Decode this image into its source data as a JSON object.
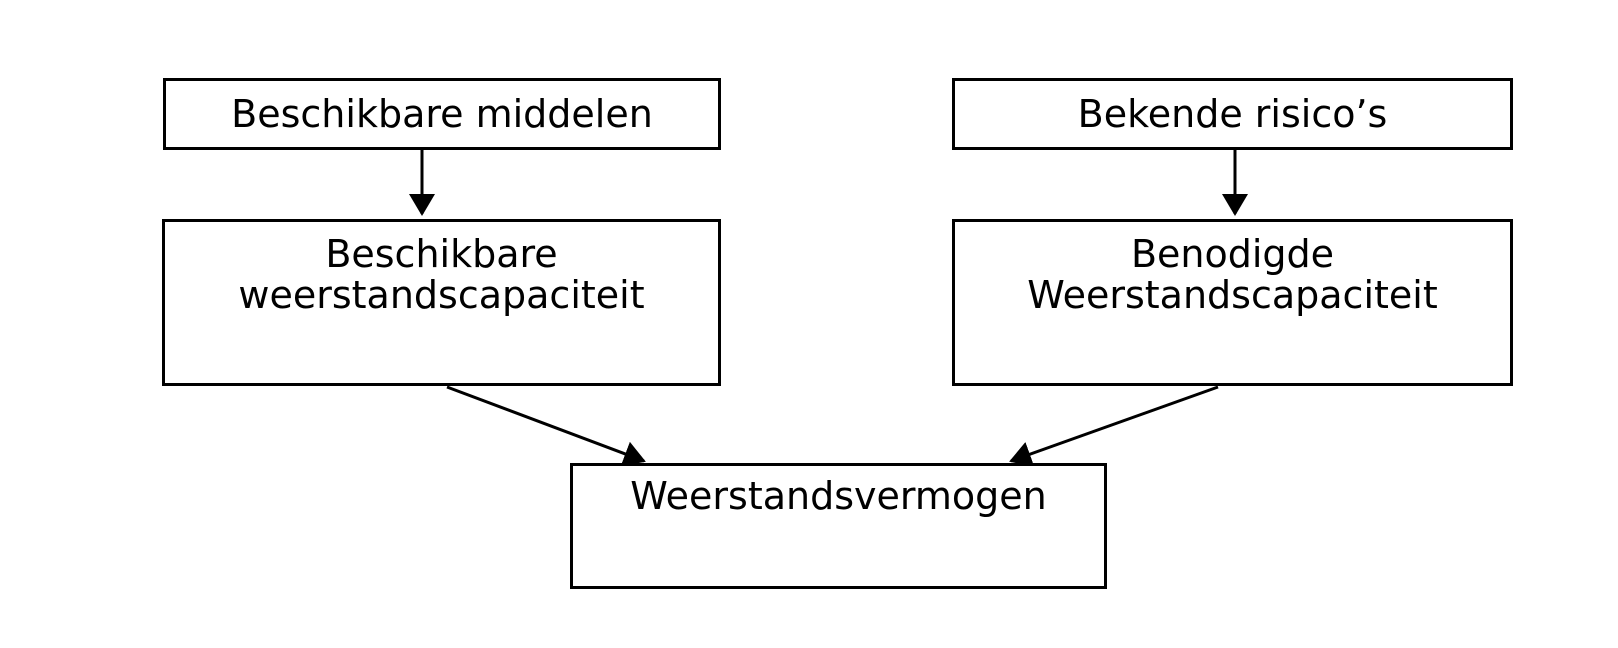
{
  "diagram": {
    "type": "flowchart",
    "background_color": "#ffffff",
    "line_color": "#000000",
    "nodes": [
      {
        "id": "beschikbare-middelen",
        "label": "Beschikbare middelen",
        "lines": [
          "Beschikbare middelen"
        ]
      },
      {
        "id": "bekende-risicos",
        "label": "Bekende risico’s",
        "lines": [
          "Bekende risico’s"
        ]
      },
      {
        "id": "beschikbare-weerstandscapaciteit",
        "label": "Beschikbare weerstandscapaciteit",
        "lines": [
          "Beschikbare",
          "weerstandscapaciteit"
        ]
      },
      {
        "id": "benodigde-weerstandscapaciteit",
        "label": "Benodigde Weerstandscapaciteit",
        "lines": [
          "Benodigde",
          "Weerstandscapaciteit"
        ]
      },
      {
        "id": "weerstandsvermogen",
        "label": "Weerstandsvermogen",
        "lines": [
          "Weerstandsvermogen"
        ]
      }
    ],
    "edges": [
      {
        "from": "beschikbare-middelen",
        "to": "beschikbare-weerstandscapaciteit",
        "arrow": "down"
      },
      {
        "from": "bekende-risicos",
        "to": "benodigde-weerstandscapaciteit",
        "arrow": "down"
      },
      {
        "from": "beschikbare-weerstandscapaciteit",
        "to": "weerstandsvermogen",
        "arrow": "diagonal"
      },
      {
        "from": "benodigde-weerstandscapaciteit",
        "to": "weerstandsvermogen",
        "arrow": "diagonal"
      }
    ]
  }
}
